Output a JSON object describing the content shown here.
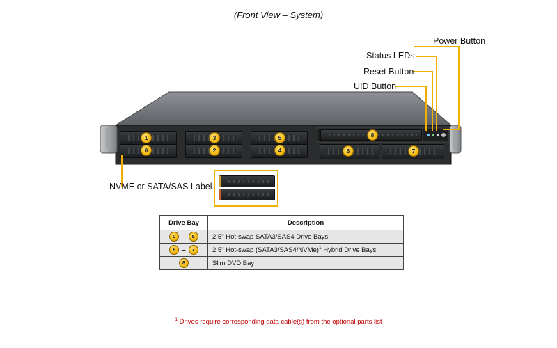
{
  "title": "(Front View – System)",
  "callouts": {
    "power_button": "Power Button",
    "status_leds": "Status LEDs",
    "reset_button": "Reset Button",
    "uid_button": "UID Button",
    "nvme_label": "NVME or SATA/SAS Label"
  },
  "bays": [
    "0",
    "1",
    "2",
    "3",
    "4",
    "5",
    "6",
    "7",
    "8"
  ],
  "table": {
    "headers": [
      "Drive Bay",
      "Description"
    ],
    "rows": [
      {
        "from": "0",
        "to": "5",
        "desc": "2.5\" Hot-swap SATA3/SAS4 Drive Bays",
        "sup": ""
      },
      {
        "from": "6",
        "to": "7",
        "desc": "2.5\" Hot-swap (SATA3/SAS4/NVMe)",
        "sup": "1",
        "desc_tail": " Hybrid Drive Bays"
      },
      {
        "from": "8",
        "to": "",
        "desc": "Slim DVD Bay",
        "sup": ""
      }
    ],
    "dash": "–"
  },
  "footnote": {
    "sup": "1",
    "text": " Drives require corresponding data cable(s) from the optional parts list"
  },
  "colors": {
    "accent": "#f0b000",
    "footnote": "#c00000"
  }
}
